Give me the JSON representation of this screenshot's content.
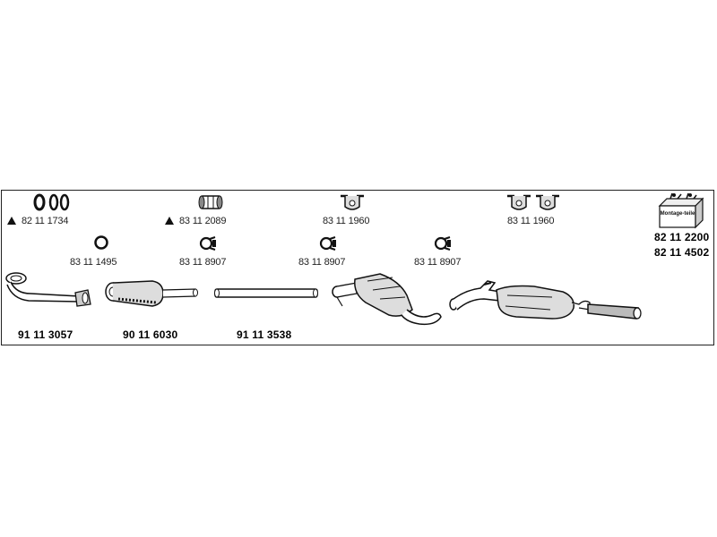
{
  "diagram": {
    "parts": [
      {
        "number": "82 11 1734",
        "marked": true,
        "icon": "gasket-ring-icon"
      },
      {
        "number": "83 11 2089",
        "marked": true,
        "icon": "clamp-sleeve-icon"
      },
      {
        "number": "83 11 1960",
        "marked": false,
        "icon": "rubber-hanger-icon"
      },
      {
        "number": "83 11 1960",
        "marked": false,
        "icon": "double-rubber-hanger-icon"
      },
      {
        "number": "83 11 1495",
        "marked": false,
        "icon": "seal-ring-icon"
      },
      {
        "number": "83 11 8907",
        "marked": false,
        "icon": "pipe-clamp-icon"
      },
      {
        "number": "83 11 8907",
        "marked": false,
        "icon": "pipe-clamp-icon"
      },
      {
        "number": "83 11 8907",
        "marked": false,
        "icon": "pipe-clamp-icon"
      },
      {
        "number": "91 11 3057",
        "marked": false,
        "icon": "front-pipe-icon"
      },
      {
        "number": "90 11 6030",
        "marked": false,
        "icon": "catalytic-converter-icon"
      },
      {
        "number": "91 11 3538",
        "marked": false,
        "icon": "straight-pipe-icon"
      },
      {
        "number": "",
        "marked": false,
        "icon": "middle-silencer-icon"
      },
      {
        "number": "",
        "marked": false,
        "icon": "rear-silencer-icon"
      }
    ],
    "kit": {
      "icon": "mounting-kit-box-icon",
      "box_text": "Montage-teile",
      "numbers": [
        "82 11 2200",
        "82 11 4502"
      ]
    }
  }
}
